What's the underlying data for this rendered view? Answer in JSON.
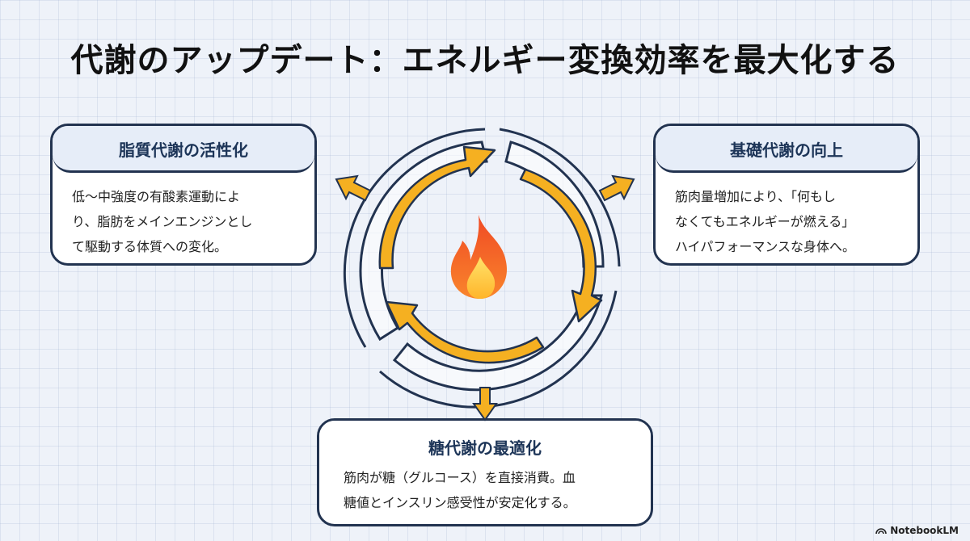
{
  "title": "代謝のアップデート：エネルギー変換効率を最大化する",
  "cards": {
    "left": {
      "heading": "脂質代謝の活性化",
      "lines": [
        "低〜中強度の有酸素運動によ",
        "り、脂肪をメインエンジンとし",
        "て駆動する体質への変化。"
      ]
    },
    "right": {
      "heading": "基礎代謝の向上",
      "lines": [
        "筋肉量増加により、「何もし",
        "なくてもエネルギーが燃える」",
        "ハイパフォーマンスな身体へ。"
      ]
    },
    "bottom": {
      "heading": "糖代謝の最適化",
      "lines": [
        "筋肉が糖（グルコース）を直接消費。血",
        "糖値とインスリン感受性が安定化する。"
      ]
    }
  },
  "center_icon": "fire-icon",
  "colors": {
    "accent": "#f5b021",
    "outline": "#223350",
    "card_head": "#e6edf8"
  },
  "footer": {
    "brand": "NotebookLM"
  }
}
